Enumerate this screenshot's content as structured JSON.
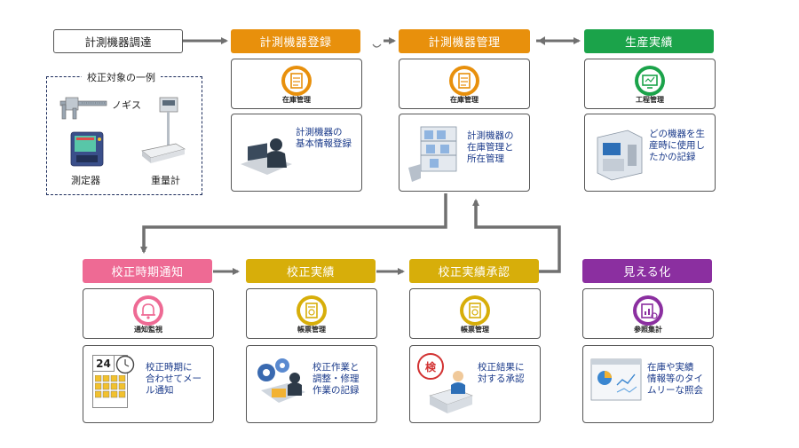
{
  "colors": {
    "orange": "#E8900C",
    "green": "#1BA34A",
    "pink": "#EE6A94",
    "yellow": "#D7AE0A",
    "purple": "#8B2FA0",
    "arrow": "#707070",
    "desc_text": "#1a3a8a"
  },
  "procurement": {
    "label": "計測機器調達"
  },
  "calibration_examples": {
    "title": "校正対象の一例",
    "items": [
      "ノギス",
      "測定器",
      "重量計"
    ]
  },
  "flows": [
    {
      "id": "register",
      "title": "計測機器登録",
      "color": "orange",
      "icon": "inventory-clipboard-icon",
      "icon_label": "在庫管理",
      "description": "計測機器の\n基本情報登録"
    },
    {
      "id": "manage",
      "title": "計測機器管理",
      "color": "orange",
      "icon": "inventory-clipboard-icon",
      "icon_label": "在庫管理",
      "description": "計測機器の\n在庫管理と\n所在管理"
    },
    {
      "id": "production",
      "title": "生産実績",
      "color": "green",
      "icon": "process-monitor-icon",
      "icon_label": "工程管理",
      "description": "どの機器を生\n産時に使用し\nたかの記録"
    },
    {
      "id": "notify",
      "title": "校正時期通知",
      "color": "pink",
      "icon": "bell-alert-icon",
      "icon_label": "通知監視",
      "description": "校正時期に\n合わせてメー\nル通知"
    },
    {
      "id": "record",
      "title": "校正実績",
      "color": "yellow",
      "icon": "form-document-icon",
      "icon_label": "帳票管理",
      "description": "校正作業と\n調整・修理\n作業の記録"
    },
    {
      "id": "approve",
      "title": "校正実績承認",
      "color": "yellow",
      "icon": "form-document-icon",
      "icon_label": "帳票管理",
      "description": "校正結果に\n対する承認"
    },
    {
      "id": "visualize",
      "title": "見える化",
      "color": "purple",
      "icon": "report-chart-icon",
      "icon_label": "参照集計",
      "description": "在庫や実績\n情報等のタイ\nムリーな照会"
    }
  ],
  "illustrations": {
    "calendar_day": "24",
    "approve_stamp": "検"
  }
}
